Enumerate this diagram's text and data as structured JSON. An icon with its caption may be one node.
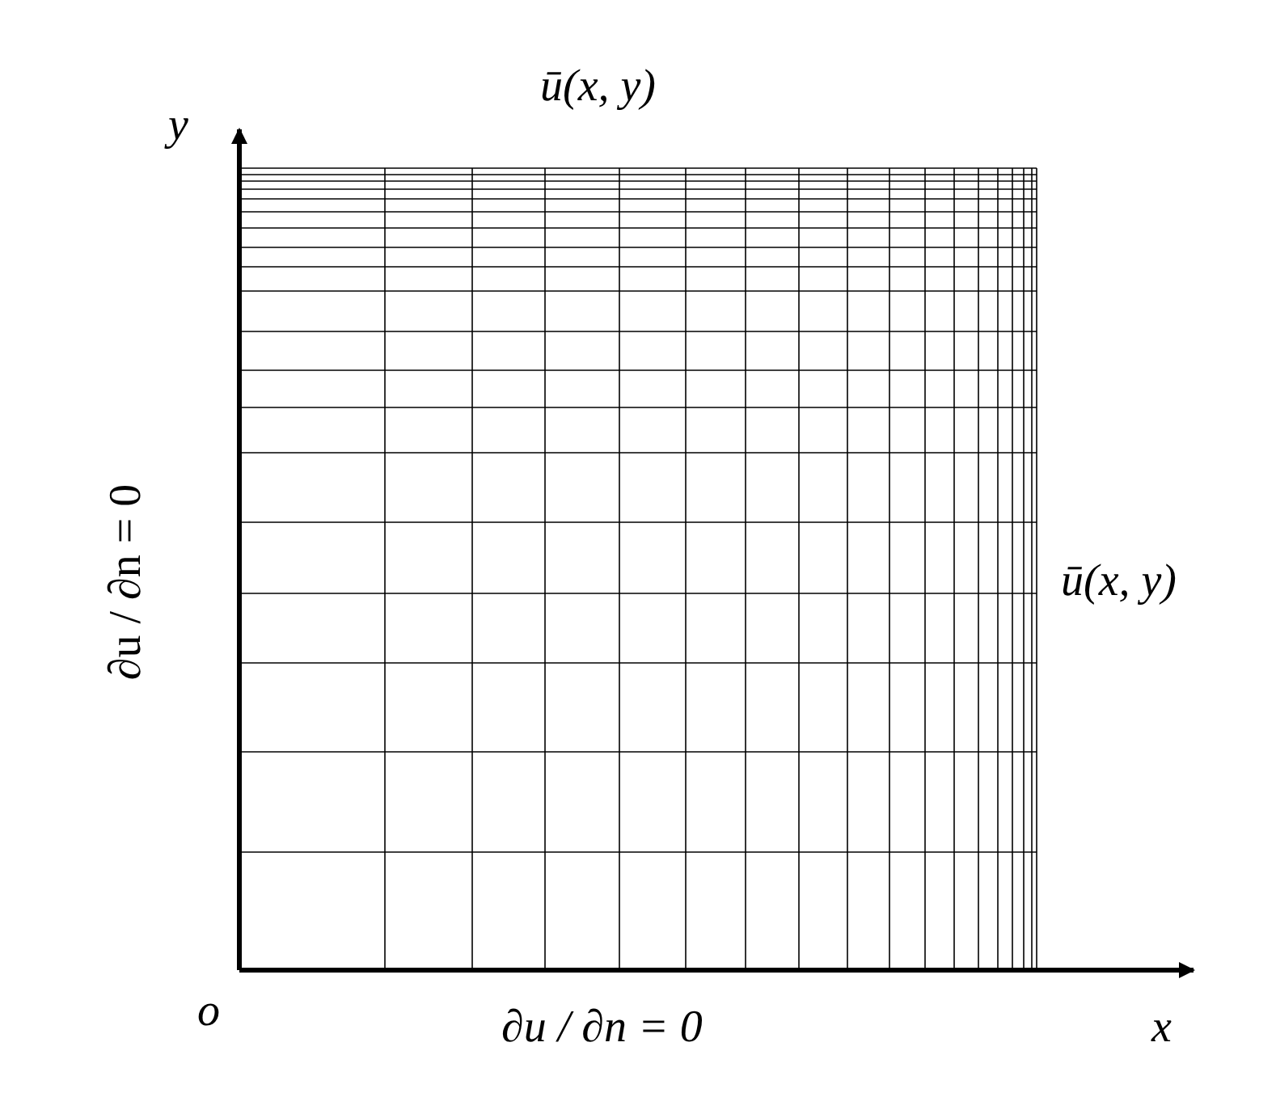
{
  "diagram": {
    "labels": [
      "y",
      "ū(x, y)",
      "∂u / ∂n = 0",
      "ū(x, y)",
      "o",
      "∂u / ∂n = 0",
      "x"
    ]
  }
}
